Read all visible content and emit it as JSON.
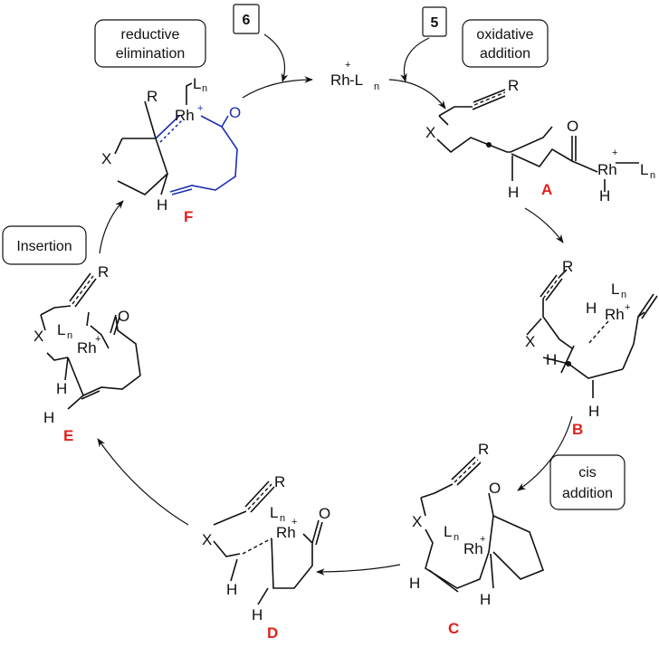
{
  "boxes": {
    "reductive_elimination_1": "reductive",
    "reductive_elimination_2": "elimination",
    "oxidative_addition_1": "oxidative",
    "oxidative_addition_2": "addition",
    "insertion": "Insertion",
    "cis_addition_1": "cis",
    "cis_addition_2": "addition"
  },
  "reagents": {
    "six": "6",
    "five": "5"
  },
  "catalyst": {
    "rh": "Rh",
    "dash": "-L",
    "sub": "n",
    "plus": "+"
  },
  "intermediates": {
    "A": "A",
    "B": "B",
    "C": "C",
    "D": "D",
    "E": "E",
    "F": "F"
  },
  "atoms": {
    "R": "R",
    "X": "X",
    "H": "H",
    "O": "O",
    "Rh": "Rh",
    "L": "L",
    "n": "n",
    "plus": "+"
  },
  "colors": {
    "label": "#e0211c",
    "highlight": "#1c2fb0",
    "ink": "#111111"
  }
}
